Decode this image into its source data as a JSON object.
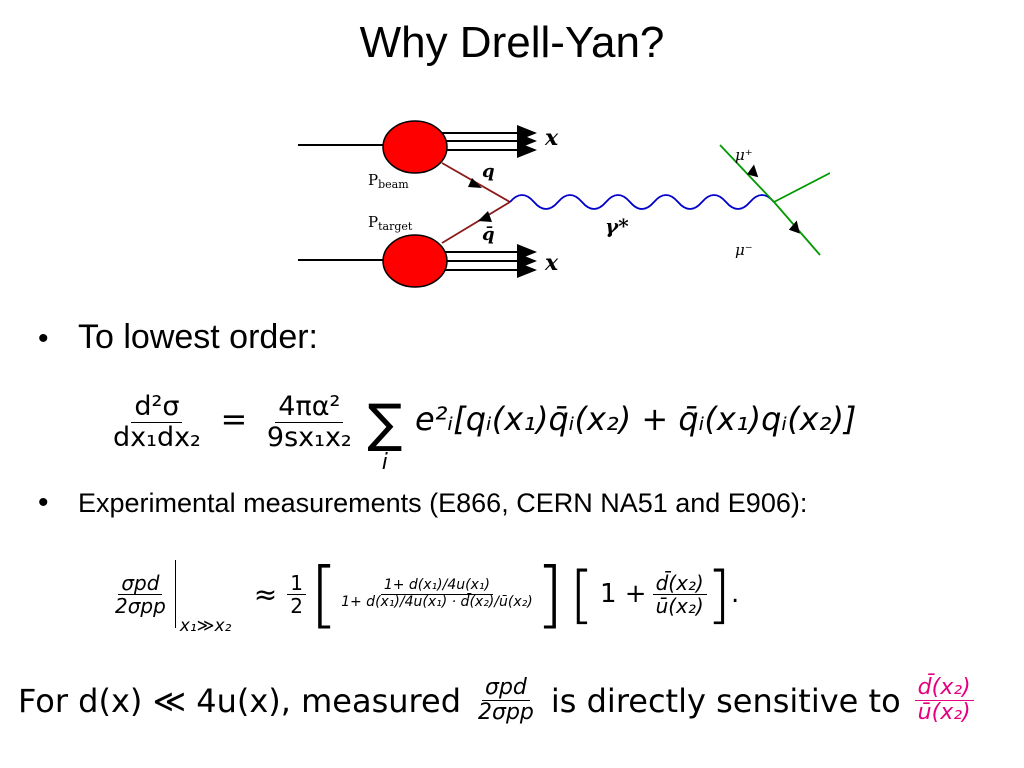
{
  "title": "Why Drell-Yan?",
  "diagram": {
    "label_x_top": "x",
    "label_x_bottom": "x",
    "label_q": "q",
    "label_qbar": "q̄",
    "label_gamma": "γ*",
    "label_mu_plus": "μ⁺",
    "label_mu_minus": "μ⁻",
    "label_pbeam_main": "P",
    "label_pbeam_sub": "beam",
    "label_ptarget_main": "P",
    "label_ptarget_sub": "target",
    "colors": {
      "blob": "#ff0000",
      "wave": "#0000cc",
      "muon": "#009900",
      "quark": "#8b1a1a"
    }
  },
  "bullets": [
    {
      "text": "To lowest order:"
    },
    {
      "text": "Experimental measurements (E866, CERN NA51 and E906):"
    }
  ],
  "eq1": {
    "lhs_num": "d²σ",
    "lhs_den": "dx₁dx₂",
    "equals": "=",
    "coef_num": "4πα²",
    "coef_den": "9sx₁x₂",
    "sum": "∑",
    "sum_index": "i",
    "body": "e²ᵢ[qᵢ(x₁)q̄ᵢ(x₂) + q̄ᵢ(x₁)qᵢ(x₂)]"
  },
  "eq2": {
    "lhs_num": "σpd",
    "lhs_den": "2σpp",
    "condition": "x₁≫x₂",
    "approx": "≈",
    "half_num": "1",
    "half_den": "2",
    "inner_num": "1+ d(x₁)/4u(x₁)",
    "inner_den": "1+ d(x₁)/4u(x₁) · d̄(x₂)/ū(x₂)",
    "right_one": "1 +",
    "right_num": "d̄(x₂)",
    "right_den": "ū(x₂)",
    "period": "."
  },
  "bottom": {
    "prefix": "For d(x) ≪ 4u(x), measured",
    "frac_num": "σpd",
    "frac_den": "2σpp",
    "middle": "is directly sensitive to",
    "pink_num": "d̄(x₂)",
    "pink_den": "ū(x₂)"
  }
}
